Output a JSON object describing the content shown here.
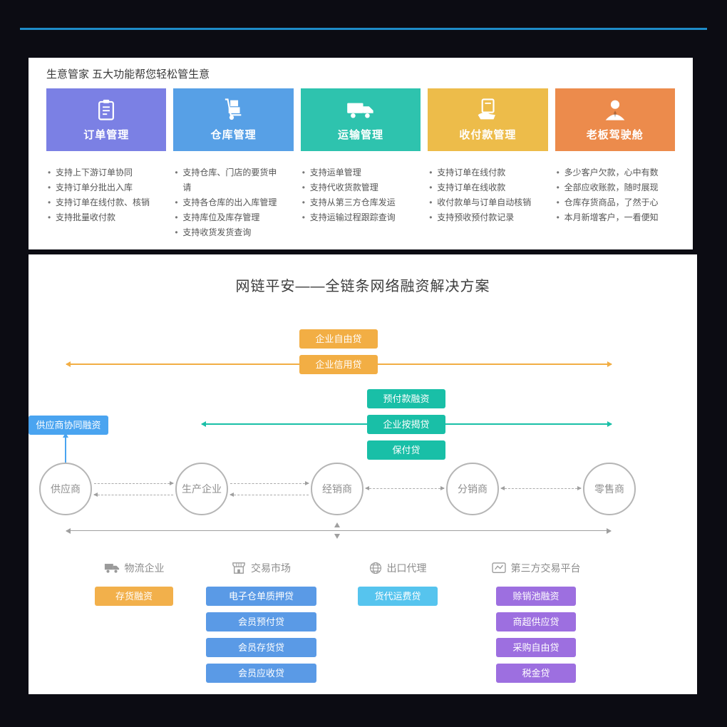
{
  "page": {
    "background": "#0c0c13",
    "top_line_color": "#1e8cc8"
  },
  "features": {
    "title": "生意管家 五大功能帮您轻松管生意",
    "cards": [
      {
        "label": "订单管理",
        "color": "#7b80e4",
        "icon": "clipboard-icon",
        "bullets": [
          "支持上下游订单协同",
          "支持订单分批出入库",
          "支持订单在线付款、核销",
          "支持批量收付款"
        ]
      },
      {
        "label": "仓库管理",
        "color": "#57a0e6",
        "icon": "handtruck-icon",
        "bullets": [
          "支持仓库、门店的要货申请",
          "支持各仓库的出入库管理",
          "支持库位及库存管理",
          "支持收货发货查询"
        ]
      },
      {
        "label": "运输管理",
        "color": "#2ec3ae",
        "icon": "truck-icon",
        "bullets": [
          "支持运单管理",
          "支持代收货款管理",
          "支持从第三方仓库发运",
          "支持运输过程跟踪查询"
        ]
      },
      {
        "label": "收付款管理",
        "color": "#edbc4a",
        "icon": "hand-card-icon",
        "bullets": [
          "支持订单在线付款",
          "支持订单在线收款",
          "收付款单与订单自动核销",
          "支持预收预付款记录"
        ]
      },
      {
        "label": "老板驾驶舱",
        "color": "#ec8b4c",
        "icon": "person-icon",
        "bullets": [
          "多少客户欠款，心中有数",
          "全部应收账款，随时展现",
          "仓库存货商品，了然于心",
          "本月新增客户，一看便知"
        ]
      }
    ]
  },
  "diagram": {
    "title": "网链平安——全链条网络融资解决方案",
    "enterprise_loans": [
      "企业自由贷",
      "企业信用贷"
    ],
    "chain_loans": [
      "预付款融资",
      "企业按揭贷",
      "保付贷"
    ],
    "supplier_finance_label": "供应商协同融资",
    "chain_nodes": [
      "供应商",
      "生产企业",
      "经销商",
      "分销商",
      "零售商"
    ],
    "groups": [
      {
        "label": "物流企业",
        "icon": "truck-icon",
        "color": "#f2b04b",
        "buttons": [
          "存货融资"
        ]
      },
      {
        "label": "交易市场",
        "icon": "storefront-icon",
        "color": "#5a9ae6",
        "buttons": [
          "电子仓单质押贷",
          "会员预付贷",
          "会员存货贷",
          "会员应收贷"
        ]
      },
      {
        "label": "出口代理",
        "icon": "globe-icon",
        "color": "#56c4ee",
        "buttons": [
          "货代运费贷"
        ]
      },
      {
        "label": "第三方交易平台",
        "icon": "line-chart-icon",
        "color": "#9d6fe0",
        "buttons": [
          "赊销池融资",
          "商超供应贷",
          "采购自由贷",
          "税金贷"
        ]
      }
    ],
    "colors": {
      "orange": "#f2ae44",
      "teal": "#19bfa7",
      "blue": "#4aa4f0",
      "line_gray": "#9f9f9f"
    }
  }
}
